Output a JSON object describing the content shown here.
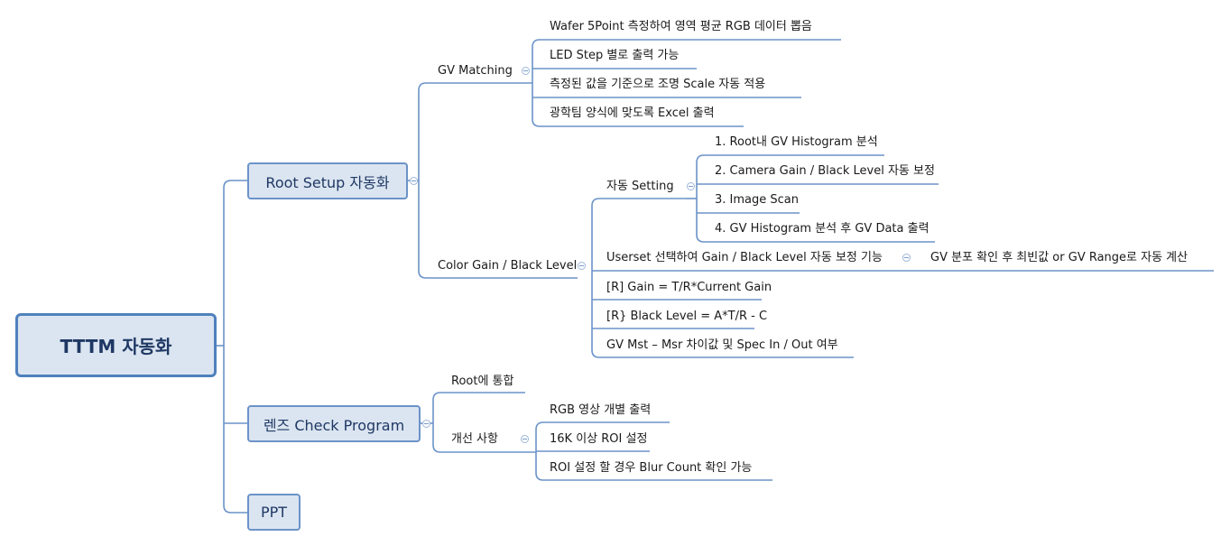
{
  "root": {
    "label": "TTTM 자동화"
  },
  "branches": {
    "root_setup": {
      "label": "Root Setup 자동화",
      "gv_matching": {
        "label": "GV Matching",
        "items": [
          "Wafer 5Point 측정하여 영역 평균 RGB 데이터 뽑음",
          "LED Step 별로 출력 가능",
          "측정된 값을 기준으로 조명 Scale 자동 적용",
          "광학팀 양식에 맞도록 Excel 출력"
        ]
      },
      "color_gain": {
        "label": "Color Gain / Black Level",
        "auto_setting": {
          "label": "자동 Setting",
          "items": [
            "1. Root내 GV Histogram 분석",
            "2. Camera Gain / Black Level 자동 보정",
            "3. Image Scan",
            "4. GV Histogram 분석 후 GV Data 출력"
          ]
        },
        "userset": {
          "label": "Userset 선택하여 Gain / Black Level 자동 보정 기능",
          "child": "GV 분포 확인 후 최빈값 or GV Range로 자동 계산"
        },
        "items": [
          "[R] Gain = T/R*Current Gain",
          "[R} Black Level = A*T/R - C",
          "GV Mst – Msr 차이값 및 Spec In  / Out 여부"
        ]
      }
    },
    "lens_check": {
      "label": "렌즈 Check Program",
      "root_merge": "Root에 통합",
      "improvements": {
        "label": "개선 사항",
        "items": [
          "RGB 영상 개별 출력",
          "16K 이상 ROI 설정",
          "ROI 설정 할 경우 Blur Count 확인 가능"
        ]
      }
    },
    "ppt": {
      "label": "PPT"
    }
  },
  "colors": {
    "line": "#4f81bd",
    "box_fill": "#dbe5f1",
    "box_border": "#6b93c8"
  }
}
